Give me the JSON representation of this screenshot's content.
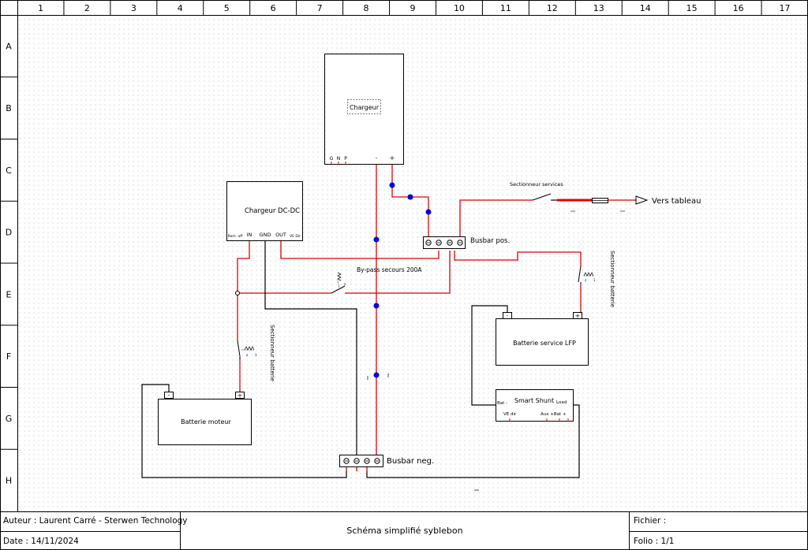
{
  "columns": [
    "1",
    "2",
    "3",
    "4",
    "5",
    "6",
    "7",
    "8",
    "9",
    "10",
    "11",
    "12",
    "13",
    "14",
    "15",
    "16",
    "17"
  ],
  "rows": [
    "A",
    "B",
    "C",
    "D",
    "E",
    "F",
    "G",
    "H"
  ],
  "components": {
    "chargeur": {
      "label": "Chargeur",
      "terminals": [
        "G",
        "N",
        "P",
        "-",
        "+"
      ]
    },
    "dcdc": {
      "label": "Chargeur DC-DC",
      "terminals": [
        "Rem. off",
        "IN",
        "GND",
        "OUT",
        "VE Dir"
      ]
    },
    "busbar_pos": {
      "label": "Busbar pos."
    },
    "busbar_neg": {
      "label": "Busbar neg."
    },
    "sect_services": {
      "label": "Sectionneur services"
    },
    "vers_tableau": {
      "label": "Vers tableau"
    },
    "bypass": {
      "label": "By-pass secours 200A"
    },
    "sect_batt_service": {
      "label": "Sectionneur batterie"
    },
    "sect_batt_moteur": {
      "label": "Sectionneur batterie"
    },
    "batt_service": {
      "label": "Batterie service LFP",
      "neg": "-",
      "pos": "+"
    },
    "batt_moteur": {
      "label": "Batterie moteur",
      "neg": "-",
      "pos": "+"
    },
    "shunt": {
      "label": "Smart Shunt",
      "bat_neg": "Bat -",
      "load": "Load",
      "ve_dir": "VE dir",
      "aux": "Aux +Bat +"
    }
  },
  "title_block": {
    "author": "Auteur : Laurent Carré - Sterwen Technology",
    "date": "Date : 14/11/2024",
    "title": "Schéma simplifié syblebon",
    "file": "Fichier :",
    "folio": "Folio : 1/1"
  },
  "colors": {
    "wire_pos": "#e00000",
    "wire_neg": "#000000",
    "node": "#0000e0",
    "grid_dot": "#c8c8c8"
  }
}
